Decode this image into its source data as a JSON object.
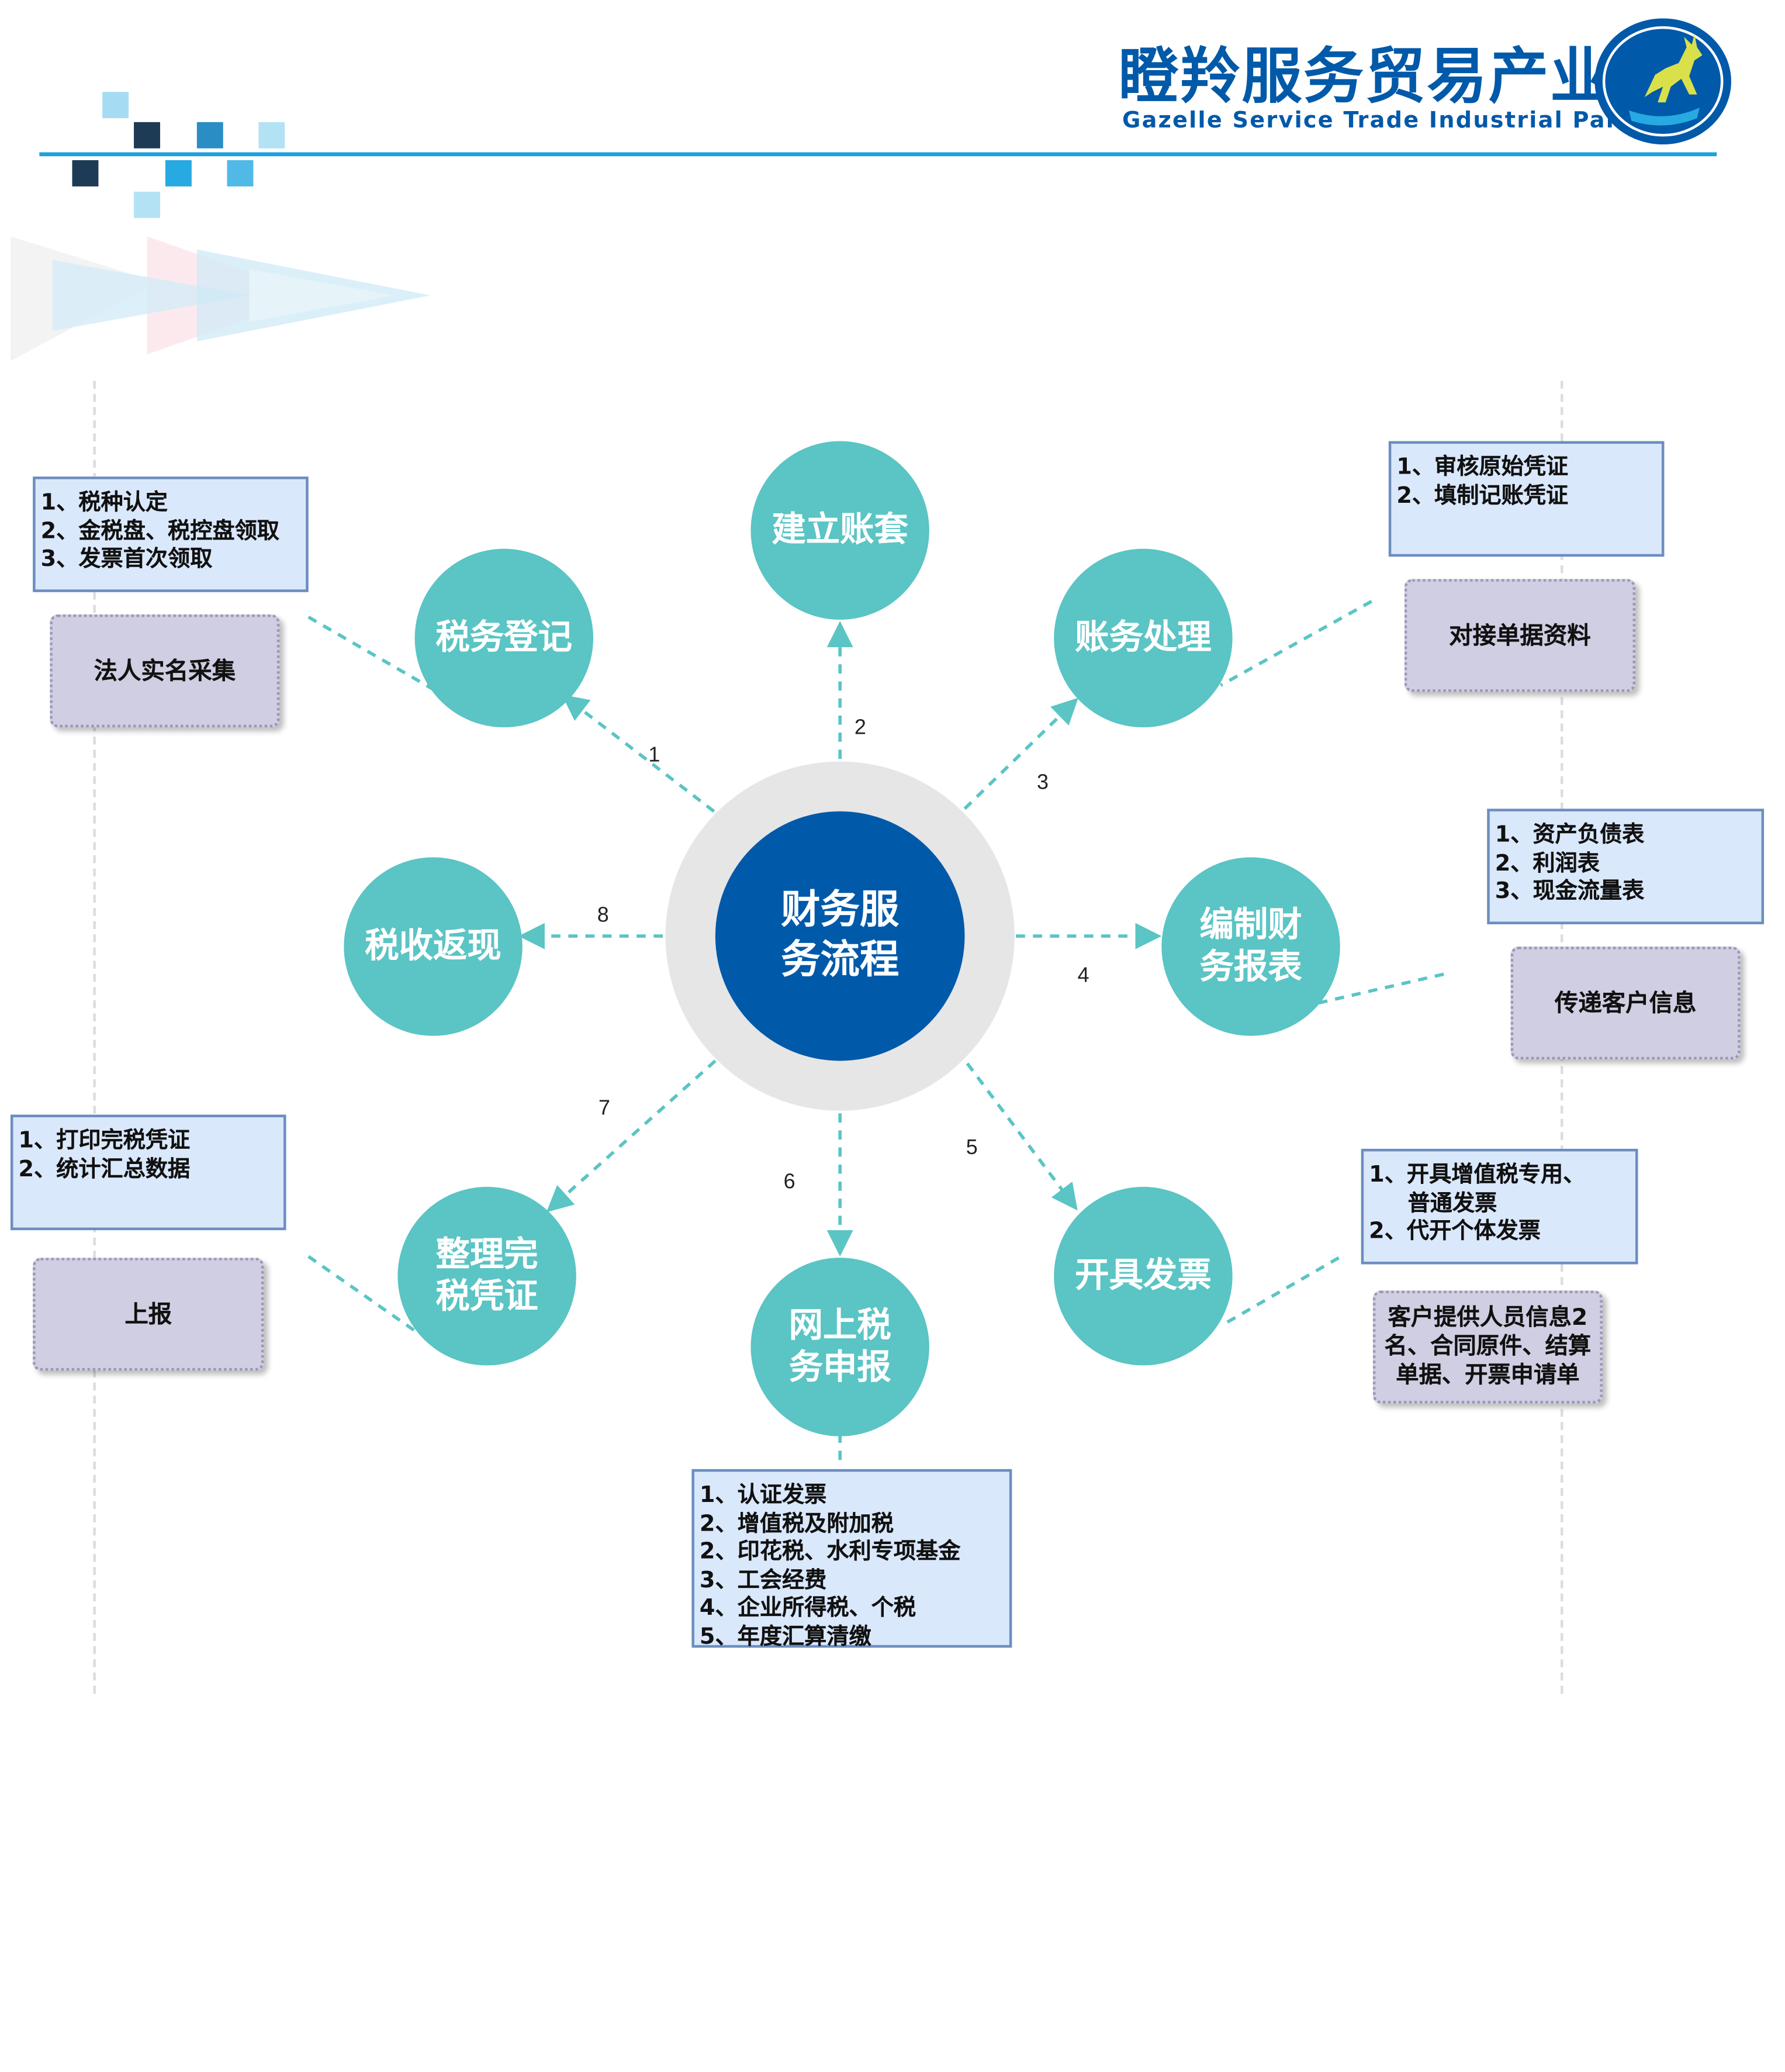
{
  "header": {
    "logo_cn": "瞪羚服务贸易产业园",
    "logo_en": "Gazelle Service Trade Industrial Park"
  },
  "colors": {
    "node": "#5bc4c4",
    "center": "#0059a9",
    "center_ring": "#e6e6e6",
    "note": "#dae8fc",
    "note_border": "#6c8ebf",
    "tag": "#d0cee2",
    "accent_line": "#1ea1dd"
  },
  "center": {
    "label": "财务服\n    务流程"
  },
  "nodes": [
    {
      "id": "tax-registration",
      "label": "税务登记",
      "step": "1"
    },
    {
      "id": "set-up-accounts",
      "label": "建立账套",
      "step": "2"
    },
    {
      "id": "account-processing",
      "label": "账务处理",
      "step": "3"
    },
    {
      "id": "financial-statements",
      "label": "编制财\n务报表",
      "step": "4"
    },
    {
      "id": "issue-invoices",
      "label": "开具发票",
      "step": "5"
    },
    {
      "id": "online-tax-filing",
      "label": "网上税\n务申报",
      "step": "6"
    },
    {
      "id": "tax-vouchers",
      "label": "整理完\n税凭证",
      "step": "7"
    },
    {
      "id": "tax-refund",
      "label": "税收返现",
      "step": "8"
    }
  ],
  "notes": {
    "tax_registration": [
      "1、税种认定",
      "2、金税盘、税控盘领取",
      "3、发票首次领取"
    ],
    "account_processing": [
      "1、审核原始凭证",
      "2、填制记账凭证"
    ],
    "financial_statements": [
      "1、资产负债表",
      "2、利润表",
      "3、现金流量表"
    ],
    "issue_invoices": [
      "1、开具增值税专用、",
      "     普通发票",
      "2、代开个体发票"
    ],
    "tax_vouchers": [
      "1、打印完税凭证",
      "2、统计汇总数据"
    ],
    "online_tax_filing": [
      "1、认证发票",
      "2、增值税及附加税",
      "2、印花税、水利专项基金",
      "3、工会经费",
      "4、企业所得税、个税",
      "5、年度汇算清缴"
    ]
  },
  "tags": {
    "tax_registration": "法人实名采集",
    "account_processing": "对接单据资料",
    "financial_statements": "传递客户信息",
    "issue_invoices": "客户提供人员信息2\n名、合同原件、结算\n单据、开票申请单",
    "tax_vouchers": "上报"
  }
}
